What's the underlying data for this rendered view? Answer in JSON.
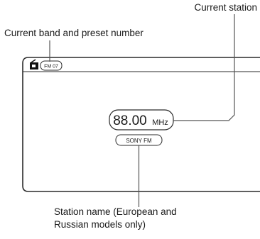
{
  "callouts": {
    "current_station": "Current station",
    "band_preset": "Current band and preset number",
    "station_name_line1": "Station name (European and",
    "station_name_line2": "Russian models only)"
  },
  "screen": {
    "band_preset_badge": "FM 07",
    "frequency_value": "88.00",
    "frequency_unit": "MHz",
    "station_name": "SONY FM"
  },
  "icons": {
    "tuner": "radio-icon"
  },
  "colors": {
    "screen_border": "#2a2a2a",
    "leader_line": "#555555",
    "text": "#1a1a1a"
  }
}
